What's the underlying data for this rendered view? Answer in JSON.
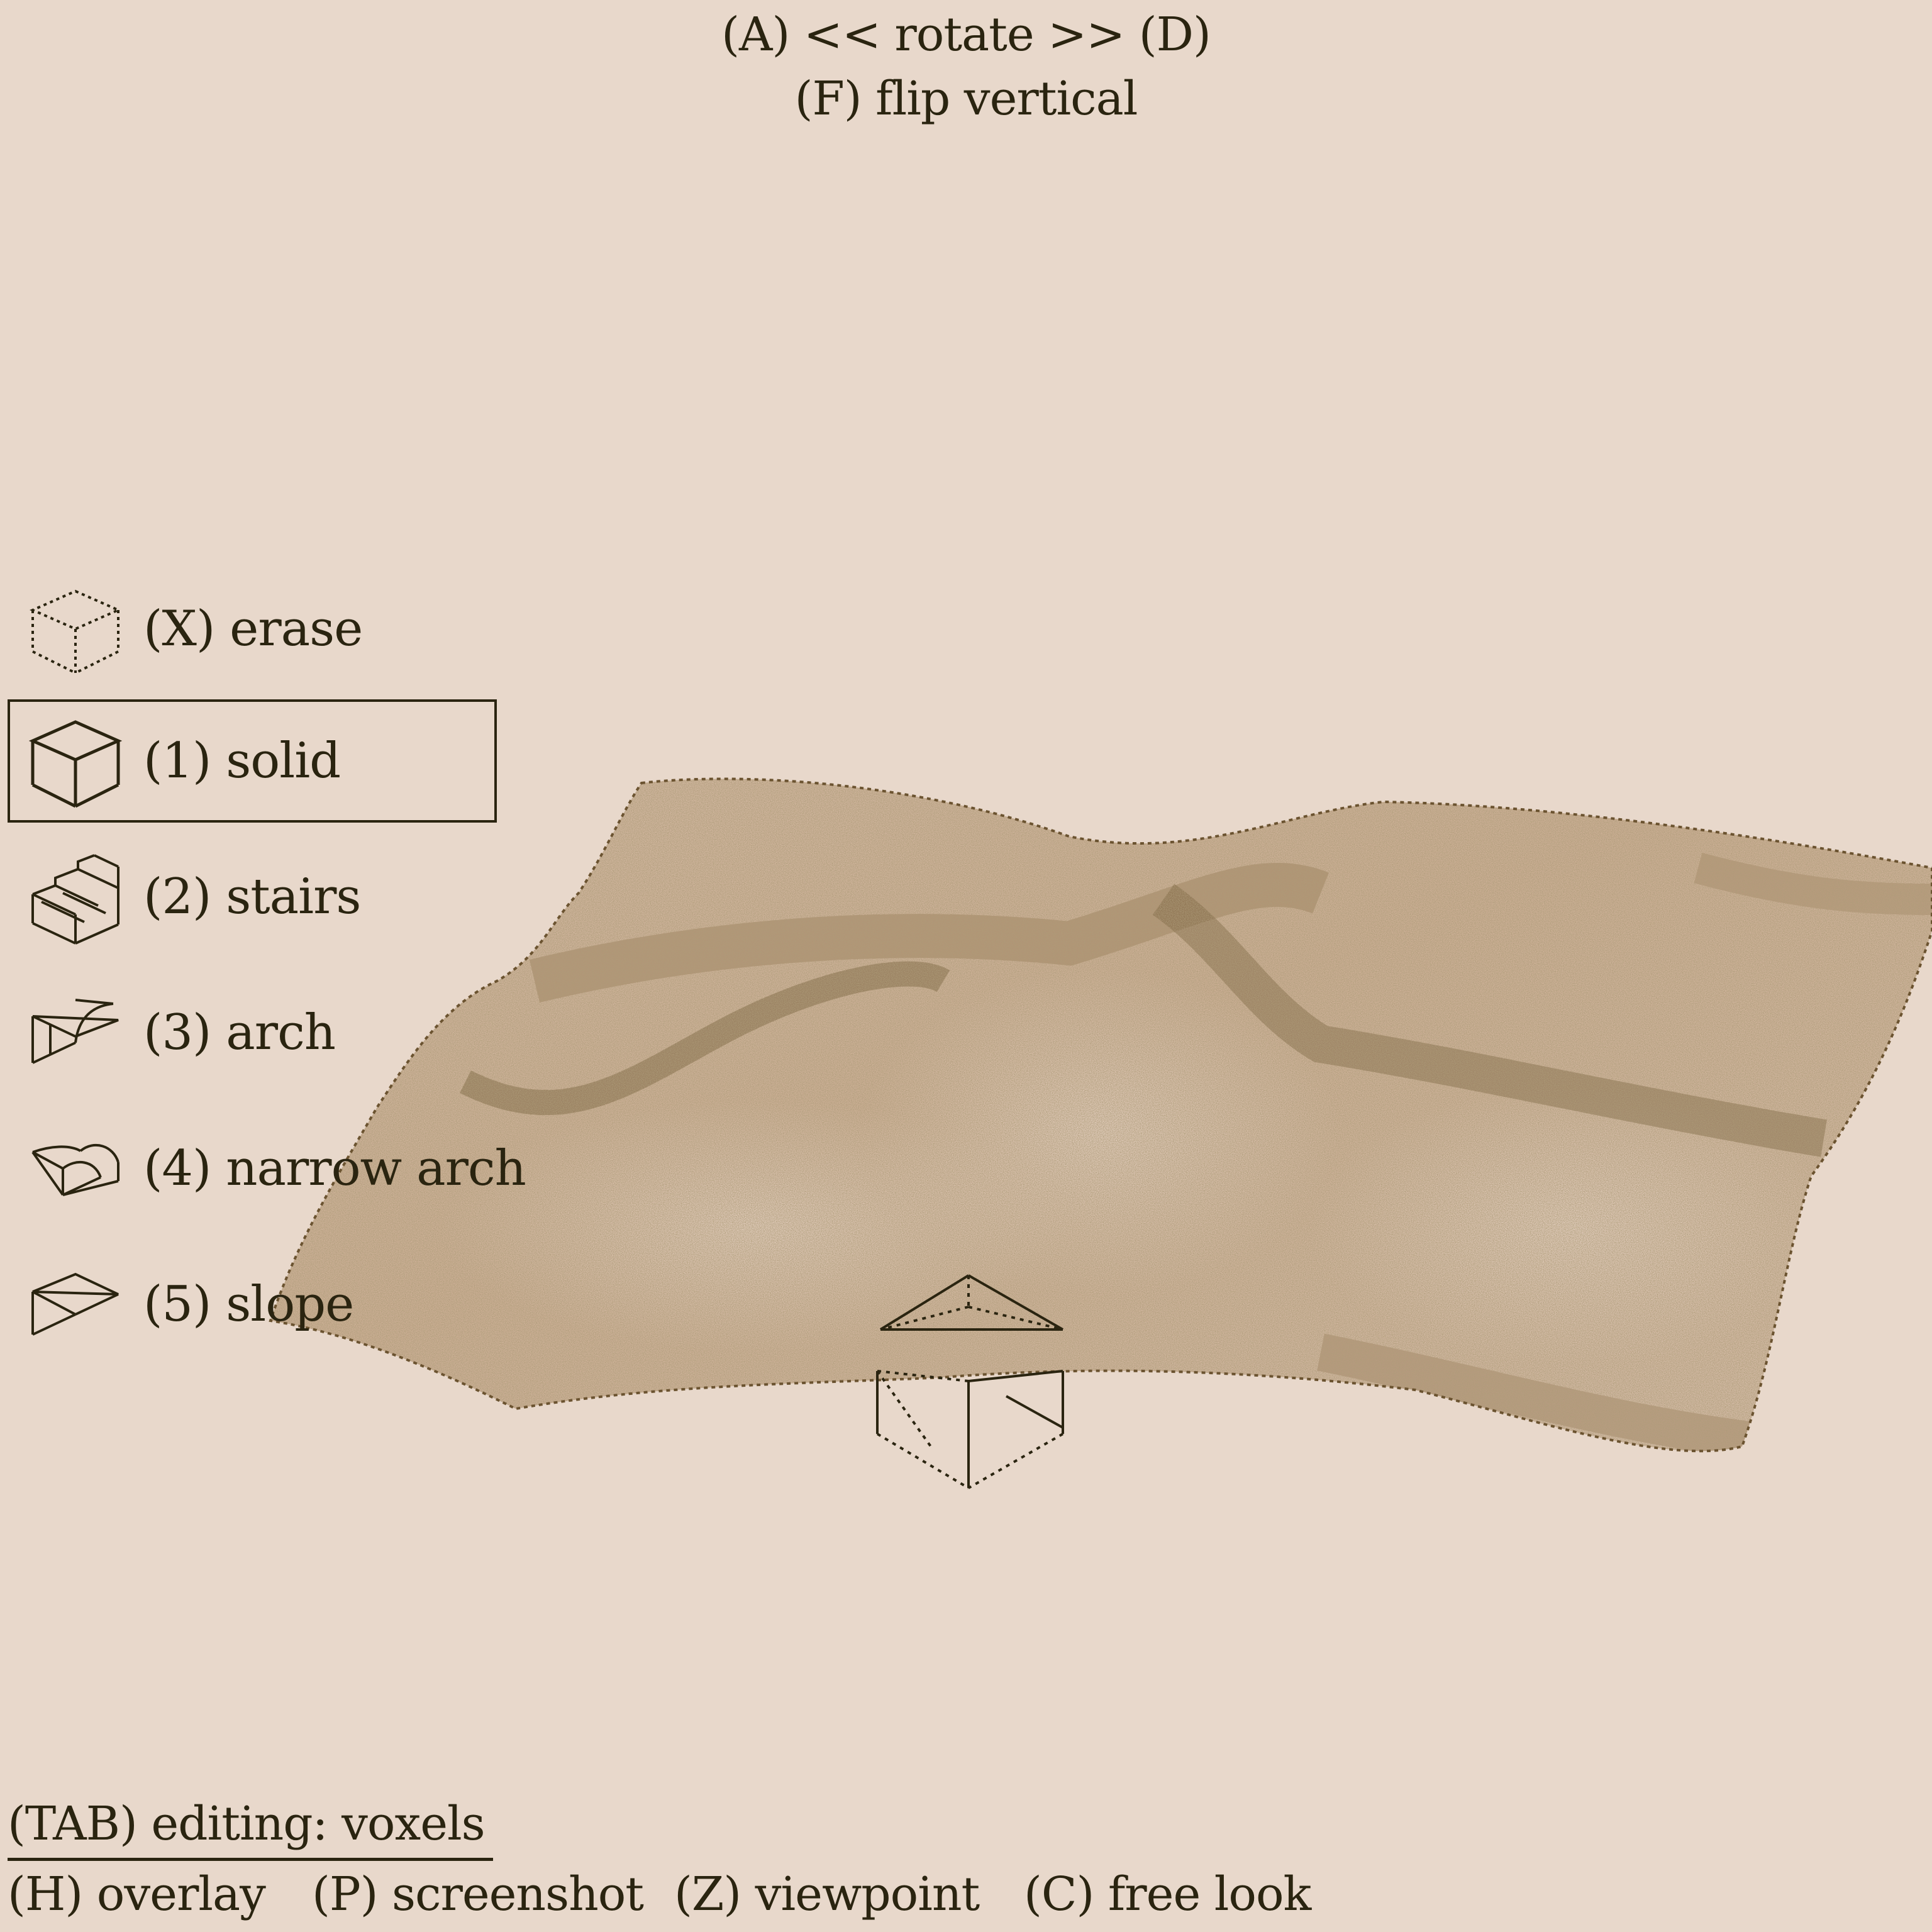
{
  "colors": {
    "background": "#e8d8cb",
    "ink": "#2a2410",
    "terrain_light": "#dcc3b0",
    "terrain_mid": "#c9a68c",
    "terrain_dark": "#6b5330"
  },
  "header": {
    "rotate_hint": "(A) << rotate >> (D)",
    "flip_hint": "(F) flip vertical"
  },
  "toolbar": {
    "selected_index": 1,
    "items": [
      {
        "label": "(X) erase",
        "icon": "erase-cube-icon"
      },
      {
        "label": "(1) solid",
        "icon": "solid-cube-icon"
      },
      {
        "label": "(2) stairs",
        "icon": "stairs-icon"
      },
      {
        "label": "(3) arch",
        "icon": "arch-icon"
      },
      {
        "label": "(4) narrow arch",
        "icon": "narrow-arch-icon"
      },
      {
        "label": "(5) slope",
        "icon": "slope-icon"
      }
    ]
  },
  "status": {
    "mode": "(TAB) editing: voxels"
  },
  "hotkeys": [
    {
      "label": "(H) overlay"
    },
    {
      "label": "(P) screenshot"
    },
    {
      "label": "(Z) viewpoint"
    },
    {
      "label": "(C) free look"
    }
  ],
  "viewport": {
    "cursor_icon": "voxel-cursor-icon"
  }
}
